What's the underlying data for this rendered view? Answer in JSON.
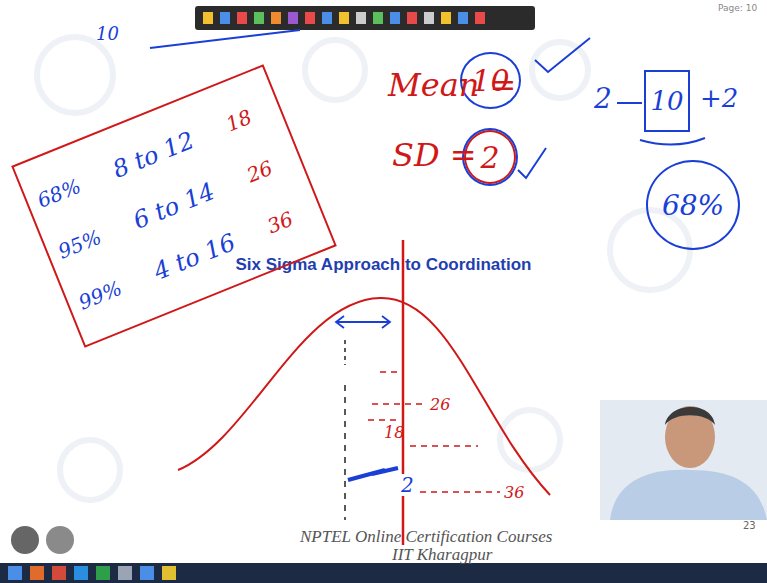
{
  "diagram": {
    "title": "Six Sigma Approach to Coordination",
    "nodes": [
      {
        "text": [
          "68%",
          "8 to 12",
          "18",
          "95%",
          "6 to 14",
          "26",
          "99%",
          "4 to 16",
          "36"
        ]
      },
      {
        "text": [
          "10"
        ]
      },
      {
        "text": [
          "2"
        ]
      },
      {
        "text": [
          "10"
        ]
      },
      {
        "text": [
          "68%"
        ]
      }
    ],
    "labels": [
      "10",
      "Mean =",
      "SD =",
      "2",
      "+2",
      "26",
      "18",
      "2",
      "36",
      "Page: 10",
      "NPTEL Online Certification Courses",
      "IIT Kharagpur",
      "23"
    ]
  }
}
